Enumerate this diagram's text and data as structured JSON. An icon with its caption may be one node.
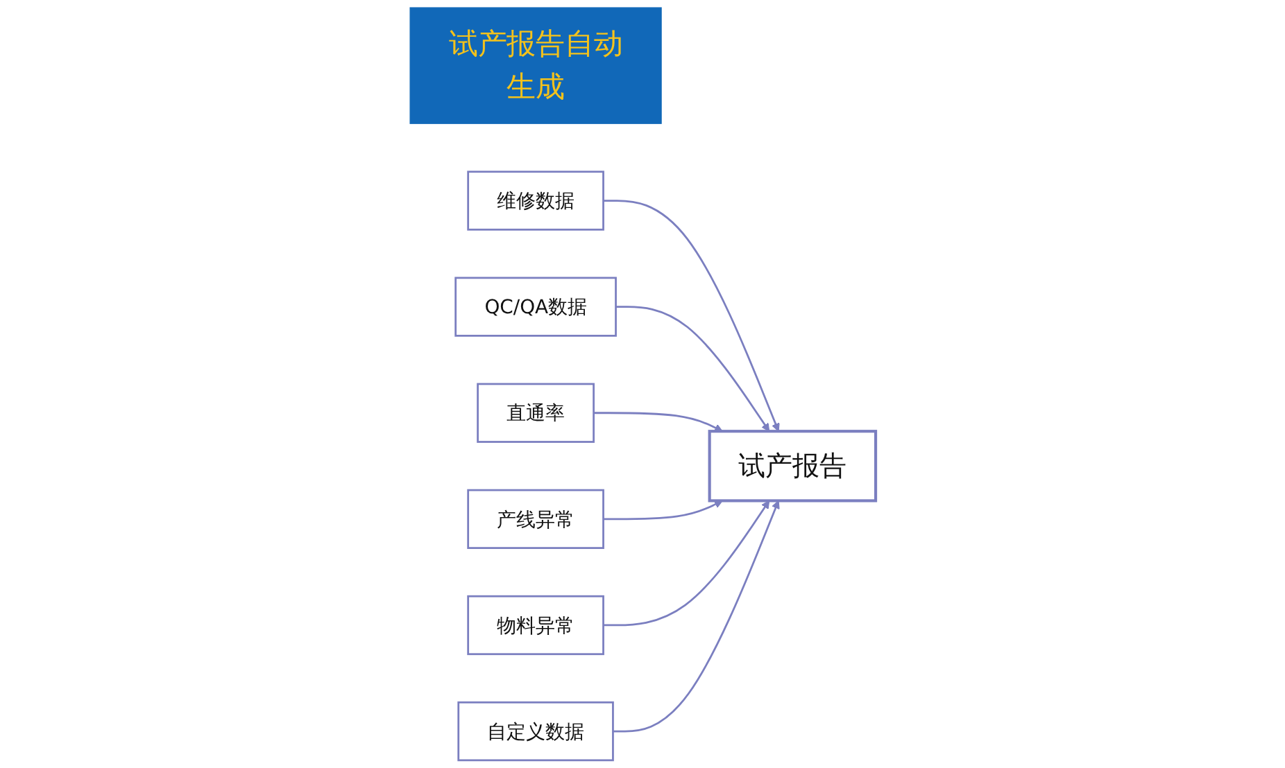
{
  "diagram": {
    "nodes": [
      {
        "text": [
          "试产报告自动生成"
        ]
      },
      {
        "text": [
          "维修数据"
        ]
      },
      {
        "text": [
          "QC/QA数据"
        ]
      },
      {
        "text": [
          "直通率"
        ]
      },
      {
        "text": [
          "试产报告"
        ]
      },
      {
        "text": [
          "产线异常"
        ]
      },
      {
        "text": [
          "物料异常"
        ]
      },
      {
        "text": [
          "自定义数据"
        ]
      }
    ],
    "edges": [
      {
        "from": 1,
        "to": 4,
        "arrow": "to"
      },
      {
        "from": 2,
        "to": 4,
        "arrow": "to"
      },
      {
        "from": 3,
        "to": 4,
        "arrow": "to"
      },
      {
        "from": 5,
        "to": 4,
        "arrow": "to"
      },
      {
        "from": 6,
        "to": 4,
        "arrow": "to"
      },
      {
        "from": 7,
        "to": 4,
        "arrow": "to"
      }
    ]
  }
}
